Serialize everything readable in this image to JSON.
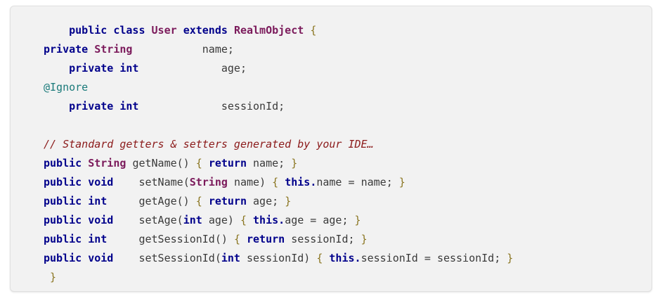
{
  "card": {
    "background_color": "#f2f2f2",
    "border_color": "#e0e0e0",
    "page_background": "#ffffff"
  },
  "syntax_colors": {
    "keyword": "#00008b",
    "type": "#7b1a5b",
    "identifier": "#3a3a3a",
    "annotation": "#1a7a7a",
    "comment": "#8b1a1a",
    "brace": "#8a7520"
  },
  "code": {
    "language": "java",
    "class_name": "User",
    "superclass": "RealmObject",
    "lines": [
      {
        "index": 1,
        "text": "public class User extends RealmObject {",
        "tokens": [
          {
            "t": "    ",
            "k": "id"
          },
          {
            "t": "public",
            "k": "kw"
          },
          {
            "t": " ",
            "k": "id"
          },
          {
            "t": "class",
            "k": "kw"
          },
          {
            "t": " ",
            "k": "id"
          },
          {
            "t": "User",
            "k": "type"
          },
          {
            "t": " ",
            "k": "id"
          },
          {
            "t": "extends",
            "k": "kw"
          },
          {
            "t": " ",
            "k": "id"
          },
          {
            "t": "RealmObject",
            "k": "type"
          },
          {
            "t": " ",
            "k": "id"
          },
          {
            "t": "{",
            "k": "br"
          }
        ]
      },
      {
        "index": 2,
        "text": "private String          name;",
        "tokens": [
          {
            "t": "private",
            "k": "kw"
          },
          {
            "t": " ",
            "k": "id"
          },
          {
            "t": "String",
            "k": "type"
          },
          {
            "t": "           ",
            "k": "id"
          },
          {
            "t": "name",
            "k": "id"
          },
          {
            "t": ";",
            "k": "pn"
          }
        ]
      },
      {
        "index": 3,
        "text": "    private int            age;",
        "tokens": [
          {
            "t": "    ",
            "k": "id"
          },
          {
            "t": "private",
            "k": "kw"
          },
          {
            "t": " ",
            "k": "id"
          },
          {
            "t": "int",
            "k": "kw"
          },
          {
            "t": "             ",
            "k": "id"
          },
          {
            "t": "age",
            "k": "id"
          },
          {
            "t": ";",
            "k": "pn"
          }
        ]
      },
      {
        "index": 4,
        "text": "@Ignore",
        "tokens": [
          {
            "t": "@Ignore",
            "k": "ann"
          }
        ]
      },
      {
        "index": 5,
        "text": "    private int            sessionId;",
        "tokens": [
          {
            "t": "    ",
            "k": "id"
          },
          {
            "t": "private",
            "k": "kw"
          },
          {
            "t": " ",
            "k": "id"
          },
          {
            "t": "int",
            "k": "kw"
          },
          {
            "t": "             ",
            "k": "id"
          },
          {
            "t": "sessionId",
            "k": "id"
          },
          {
            "t": ";",
            "k": "pn"
          }
        ]
      },
      {
        "index": 6,
        "text": "",
        "tokens": []
      },
      {
        "index": 7,
        "text": "// Standard getters & setters generated by your IDE…",
        "tokens": [
          {
            "t": "// Standard getters & setters generated by your IDE…",
            "k": "cmt"
          }
        ]
      },
      {
        "index": 8,
        "text": "public String getName() { return name; }",
        "tokens": [
          {
            "t": "public",
            "k": "kw"
          },
          {
            "t": " ",
            "k": "id"
          },
          {
            "t": "String",
            "k": "type"
          },
          {
            "t": " ",
            "k": "id"
          },
          {
            "t": "getName",
            "k": "id"
          },
          {
            "t": "()",
            "k": "pn"
          },
          {
            "t": " ",
            "k": "id"
          },
          {
            "t": "{",
            "k": "br"
          },
          {
            "t": " ",
            "k": "id"
          },
          {
            "t": "return",
            "k": "kw"
          },
          {
            "t": " ",
            "k": "id"
          },
          {
            "t": "name",
            "k": "id"
          },
          {
            "t": ";",
            "k": "pn"
          },
          {
            "t": " ",
            "k": "id"
          },
          {
            "t": "}",
            "k": "br"
          }
        ]
      },
      {
        "index": 9,
        "text": "public void   setName(String name) { this.name = name; }",
        "tokens": [
          {
            "t": "public",
            "k": "kw"
          },
          {
            "t": " ",
            "k": "id"
          },
          {
            "t": "void",
            "k": "kw"
          },
          {
            "t": "    ",
            "k": "id"
          },
          {
            "t": "setName",
            "k": "id"
          },
          {
            "t": "(",
            "k": "pn"
          },
          {
            "t": "String",
            "k": "type"
          },
          {
            "t": " ",
            "k": "id"
          },
          {
            "t": "name",
            "k": "id"
          },
          {
            "t": ")",
            "k": "pn"
          },
          {
            "t": " ",
            "k": "id"
          },
          {
            "t": "{",
            "k": "br"
          },
          {
            "t": " ",
            "k": "id"
          },
          {
            "t": "this",
            "k": "kw"
          },
          {
            "t": ".",
            "k": "kw"
          },
          {
            "t": "name",
            "k": "id"
          },
          {
            "t": " = ",
            "k": "op"
          },
          {
            "t": "name",
            "k": "id"
          },
          {
            "t": ";",
            "k": "pn"
          },
          {
            "t": " ",
            "k": "id"
          },
          {
            "t": "}",
            "k": "br"
          }
        ]
      },
      {
        "index": 10,
        "text": "public int    getAge() { return age; }",
        "tokens": [
          {
            "t": "public",
            "k": "kw"
          },
          {
            "t": " ",
            "k": "id"
          },
          {
            "t": "int",
            "k": "kw"
          },
          {
            "t": "     ",
            "k": "id"
          },
          {
            "t": "getAge",
            "k": "id"
          },
          {
            "t": "()",
            "k": "pn"
          },
          {
            "t": " ",
            "k": "id"
          },
          {
            "t": "{",
            "k": "br"
          },
          {
            "t": " ",
            "k": "id"
          },
          {
            "t": "return",
            "k": "kw"
          },
          {
            "t": " ",
            "k": "id"
          },
          {
            "t": "age",
            "k": "id"
          },
          {
            "t": ";",
            "k": "pn"
          },
          {
            "t": " ",
            "k": "id"
          },
          {
            "t": "}",
            "k": "br"
          }
        ]
      },
      {
        "index": 11,
        "text": "public void   setAge(int age) { this.age = age; }",
        "tokens": [
          {
            "t": "public",
            "k": "kw"
          },
          {
            "t": " ",
            "k": "id"
          },
          {
            "t": "void",
            "k": "kw"
          },
          {
            "t": "    ",
            "k": "id"
          },
          {
            "t": "setAge",
            "k": "id"
          },
          {
            "t": "(",
            "k": "pn"
          },
          {
            "t": "int",
            "k": "kw"
          },
          {
            "t": " ",
            "k": "id"
          },
          {
            "t": "age",
            "k": "id"
          },
          {
            "t": ")",
            "k": "pn"
          },
          {
            "t": " ",
            "k": "id"
          },
          {
            "t": "{",
            "k": "br"
          },
          {
            "t": " ",
            "k": "id"
          },
          {
            "t": "this",
            "k": "kw"
          },
          {
            "t": ".",
            "k": "kw"
          },
          {
            "t": "age",
            "k": "id"
          },
          {
            "t": " = ",
            "k": "op"
          },
          {
            "t": "age",
            "k": "id"
          },
          {
            "t": ";",
            "k": "pn"
          },
          {
            "t": " ",
            "k": "id"
          },
          {
            "t": "}",
            "k": "br"
          }
        ]
      },
      {
        "index": 12,
        "text": "public int    getSessionId() { return sessionId; }",
        "tokens": [
          {
            "t": "public",
            "k": "kw"
          },
          {
            "t": " ",
            "k": "id"
          },
          {
            "t": "int",
            "k": "kw"
          },
          {
            "t": "     ",
            "k": "id"
          },
          {
            "t": "getSessionId",
            "k": "id"
          },
          {
            "t": "()",
            "k": "pn"
          },
          {
            "t": " ",
            "k": "id"
          },
          {
            "t": "{",
            "k": "br"
          },
          {
            "t": " ",
            "k": "id"
          },
          {
            "t": "return",
            "k": "kw"
          },
          {
            "t": " ",
            "k": "id"
          },
          {
            "t": "sessionId",
            "k": "id"
          },
          {
            "t": ";",
            "k": "pn"
          },
          {
            "t": " ",
            "k": "id"
          },
          {
            "t": "}",
            "k": "br"
          }
        ]
      },
      {
        "index": 13,
        "text": "public void   setSessionId(int sessionId) { this.sessionId = sessionId; }",
        "tokens": [
          {
            "t": "public",
            "k": "kw"
          },
          {
            "t": " ",
            "k": "id"
          },
          {
            "t": "void",
            "k": "kw"
          },
          {
            "t": "    ",
            "k": "id"
          },
          {
            "t": "setSessionId",
            "k": "id"
          },
          {
            "t": "(",
            "k": "pn"
          },
          {
            "t": "int",
            "k": "kw"
          },
          {
            "t": " ",
            "k": "id"
          },
          {
            "t": "sessionId",
            "k": "id"
          },
          {
            "t": ")",
            "k": "pn"
          },
          {
            "t": " ",
            "k": "id"
          },
          {
            "t": "{",
            "k": "br"
          },
          {
            "t": " ",
            "k": "id"
          },
          {
            "t": "this",
            "k": "kw"
          },
          {
            "t": ".",
            "k": "kw"
          },
          {
            "t": "sessionId",
            "k": "id"
          },
          {
            "t": " = ",
            "k": "op"
          },
          {
            "t": "sessionId",
            "k": "id"
          },
          {
            "t": ";",
            "k": "pn"
          },
          {
            "t": " ",
            "k": "id"
          },
          {
            "t": "}",
            "k": "br"
          }
        ]
      },
      {
        "index": 14,
        "text": " }",
        "tokens": [
          {
            "t": " ",
            "k": "id"
          },
          {
            "t": "}",
            "k": "br"
          }
        ]
      }
    ]
  }
}
